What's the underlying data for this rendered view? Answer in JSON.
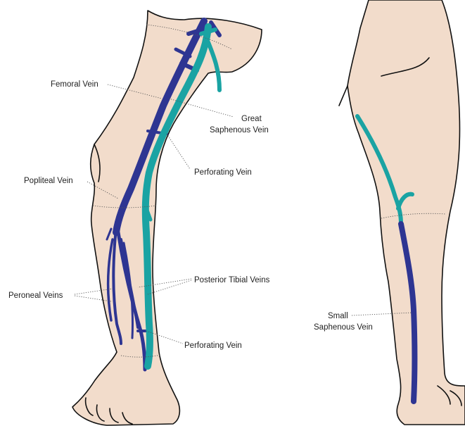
{
  "figure": {
    "labels": {
      "femoral_vein": "Femoral Vein",
      "great_saphenous_1": "Great",
      "great_saphenous_2": "Saphenous Vein",
      "perforating_vein_upper": "Perforating Vein",
      "popliteal_vein": "Popliteal Vein",
      "posterior_tibial_veins": "Posterior Tibial Veins",
      "peroneal_veins": "Peroneal Veins",
      "perforating_vein_lower": "Perforating Vein",
      "small_saphenous_1": "Small",
      "small_saphenous_2": "Saphenous Vein"
    },
    "colors": {
      "skin": "#f2dccb",
      "deep_vein": "#2e3592",
      "superficial_vein": "#1aa3a3",
      "outline": "#111111",
      "leader": "#555555"
    }
  }
}
